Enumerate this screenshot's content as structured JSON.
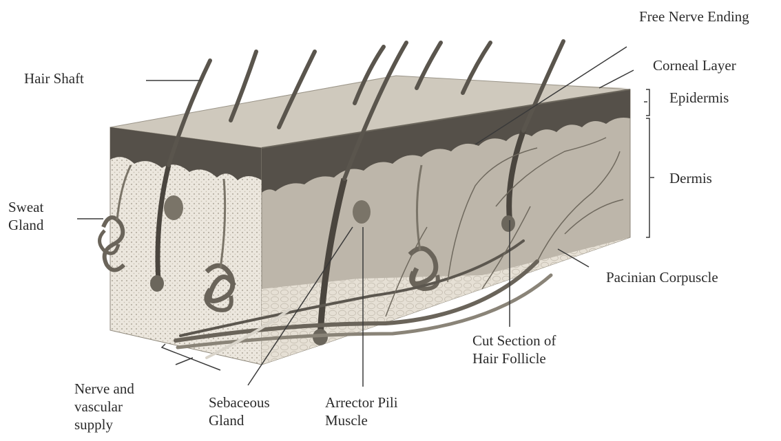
{
  "labels": {
    "hair_shaft": "Hair Shaft",
    "free_nerve_ending": "Free Nerve Ending",
    "corneal_layer": "Corneal Layer",
    "epidermis": "Epidermis",
    "dermis": "Dermis",
    "sweat_gland": [
      "Sweat",
      "Gland"
    ],
    "pacinian_corpuscle": "Pacinian Corpuscle",
    "cut_section": [
      "Cut Section of",
      "Hair Follicle"
    ],
    "nerve_vascular": [
      "Nerve and",
      "vascular",
      "supply"
    ],
    "sebaceous_gland": [
      "Sebaceous",
      "Gland"
    ],
    "arrector_pili": [
      "Arrector Pili",
      "Muscle"
    ]
  },
  "colors": {
    "skin_top": "#cfc9bd",
    "skin_side": "#b9b3a7",
    "epidermis_band": "#555049",
    "dermis": "#bdb6aa",
    "fat": "#e3ddd2",
    "line": "#3a3a3a"
  }
}
